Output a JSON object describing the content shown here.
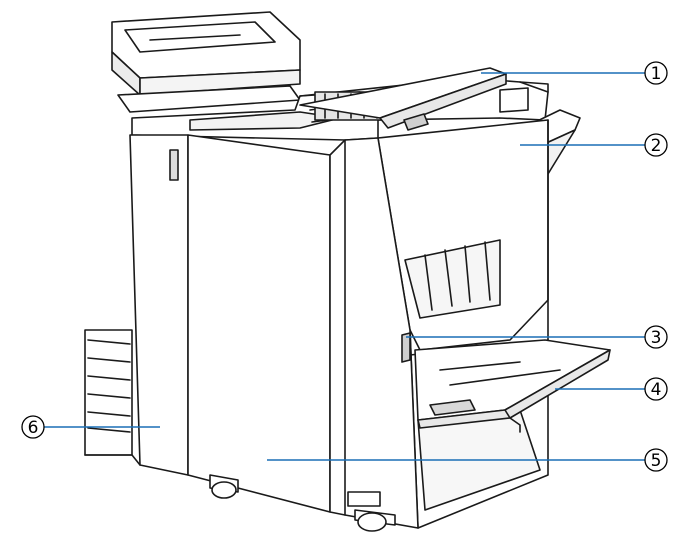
{
  "colors": {
    "leader_line": "#1a6fb5",
    "outline": "#1a1a1a",
    "body_panel": "#ffffff",
    "shadow": "#dcdcdc"
  },
  "callouts": [
    {
      "id": "1",
      "label": "①"
    },
    {
      "id": "2",
      "label": "②"
    },
    {
      "id": "3",
      "label": "③"
    },
    {
      "id": "4",
      "label": "④"
    },
    {
      "id": "5",
      "label": "⑤"
    },
    {
      "id": "6",
      "label": "⑥"
    }
  ]
}
